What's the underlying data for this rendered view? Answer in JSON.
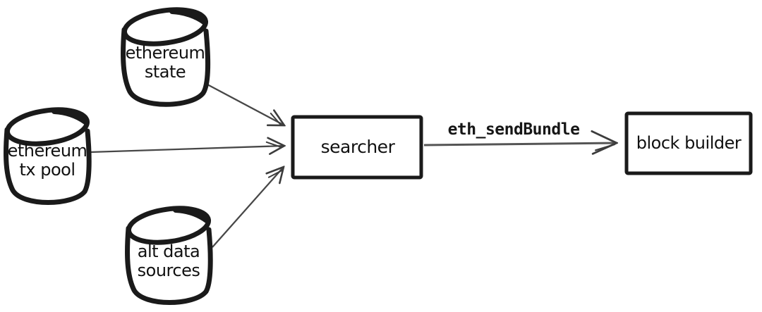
{
  "diagram": {
    "nodes": [
      {
        "id": "ethereum-state",
        "shape": "cylinder",
        "lines": [
          "ethereum",
          "state"
        ]
      },
      {
        "id": "ethereum-tx-pool",
        "shape": "cylinder",
        "lines": [
          "ethereum",
          "tx pool"
        ]
      },
      {
        "id": "alt-data-sources",
        "shape": "cylinder",
        "lines": [
          "alt data",
          "sources"
        ]
      },
      {
        "id": "searcher",
        "shape": "rectangle",
        "lines": [
          "searcher"
        ]
      },
      {
        "id": "block-builder",
        "shape": "rectangle",
        "lines": [
          "block builder"
        ]
      }
    ],
    "edges": [
      {
        "from": "ethereum-state",
        "to": "searcher",
        "label": ""
      },
      {
        "from": "ethereum-tx-pool",
        "to": "searcher",
        "label": ""
      },
      {
        "from": "alt-data-sources",
        "to": "searcher",
        "label": ""
      },
      {
        "from": "searcher",
        "to": "block-builder",
        "label": "eth_sendBundle"
      }
    ],
    "colors": {
      "background": "#ffffff",
      "shape_stroke": "#1a1a1a",
      "arrow_stroke": "#474747",
      "text": "#111111"
    }
  }
}
